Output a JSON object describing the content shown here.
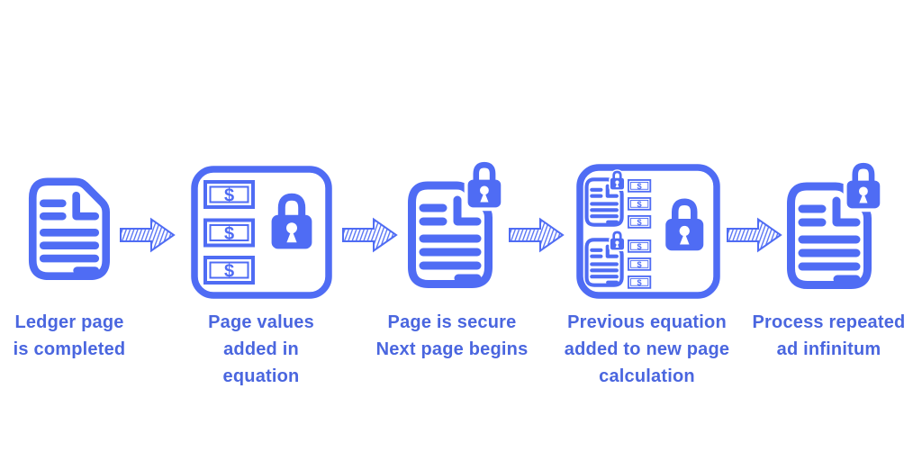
{
  "diagram": {
    "type": "process-flow",
    "direction": "left-to-right",
    "colors": {
      "icon_blue": "#4F6CF4",
      "text_blue": "#4A66DF",
      "background": "#FFFFFF",
      "keyhole_white": "#FFFFFF"
    },
    "currency_symbol": "$",
    "steps": [
      {
        "id": "ledger-completed",
        "icon": "ledger-document-icon",
        "lines": [
          "Ledger page",
          "is completed"
        ]
      },
      {
        "id": "values-equation",
        "icon": "values-lock-box-icon",
        "lines": [
          "Page values",
          "added in",
          "equation"
        ]
      },
      {
        "id": "page-secure",
        "icon": "secured-document-icon",
        "lines": [
          "Page is secure",
          "Next page begins"
        ]
      },
      {
        "id": "previous-equation",
        "icon": "combined-pages-lock-box-icon",
        "lines": [
          "Previous equation",
          "added to new page",
          "calculation"
        ]
      },
      {
        "id": "process-repeated",
        "icon": "secured-document-icon",
        "lines": [
          "Process repeated",
          "ad infinitum"
        ]
      }
    ],
    "arrows": [
      {
        "id": "arrow-1",
        "style": "hatched",
        "direction": "right"
      },
      {
        "id": "arrow-2",
        "style": "hatched",
        "direction": "right"
      },
      {
        "id": "arrow-3",
        "style": "hatched",
        "direction": "right"
      },
      {
        "id": "arrow-4",
        "style": "hatched",
        "direction": "right"
      }
    ]
  }
}
